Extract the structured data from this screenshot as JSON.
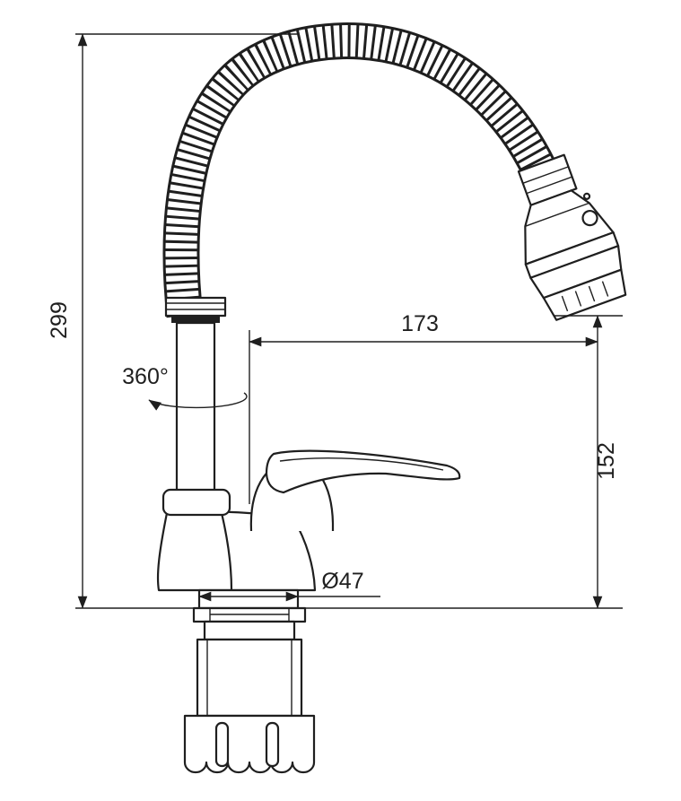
{
  "style": {
    "ink": "#1f1f1f",
    "background": "#ffffff"
  },
  "annotations": {
    "total_height": "299",
    "horizontal_reach": "173",
    "outlet_height": "152",
    "swivel_angle": "360°",
    "base_diameter": "Ø47"
  }
}
